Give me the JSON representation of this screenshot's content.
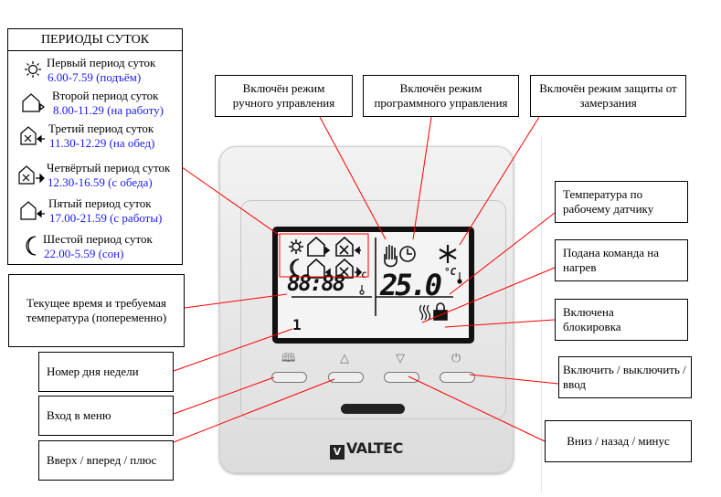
{
  "periods": {
    "title": "ПЕРИОДЫ СУТОК",
    "items": [
      {
        "icon": "sun-icon",
        "name": "Первый период суток",
        "time": "6.00-7.59 (подъём)"
      },
      {
        "icon": "house-leave-icon",
        "name": "Второй период суток",
        "time": "8.00-11.29 (на работу)"
      },
      {
        "icon": "lunch-arrive-icon",
        "name": "Третий период суток",
        "time": "11.30-12.29 (на обед)"
      },
      {
        "icon": "lunch-leave-icon",
        "name": "Четвёртый период суток",
        "time": "12.30-16.59 (с обеда)"
      },
      {
        "icon": "house-arrive-icon",
        "name": "Пятый период суток",
        "time": "17.00-21.59 (с работы)"
      },
      {
        "icon": "moon-icon",
        "name": "Шестой период суток",
        "time": "22.00-5.59 (сон)"
      }
    ]
  },
  "labels": {
    "time_temp": "Текущее время и требуемая температура (попеременно)",
    "day": "Номер дня недели",
    "menu": "Вход в меню",
    "up": "Вверх / вперед / плюс",
    "manual": "Включён режим ручного управления",
    "program": "Включён режим программного управления",
    "freeze": "Включён режим защиты от замерзания",
    "sensor_temp": "Температура по рабочему датчику",
    "heating": "Подана команда на нагрев",
    "lock": "Включена блокировка",
    "power": "Включить / выключить /ввод",
    "down": "Вниз / назад / минус"
  },
  "lcd": {
    "clock": "88:88",
    "temperature": "25.0",
    "unit": "°C",
    "day_number": "1"
  },
  "device": {
    "brand": "VALTEC",
    "brand_mark": "V",
    "buttons": [
      "menu-book-icon",
      "up-triangle-icon",
      "down-triangle-icon",
      "power-icon"
    ],
    "button_glyphs": [
      "🕮",
      "△",
      "▽",
      "⏻"
    ]
  },
  "colors": {
    "pointer": "#ff0000",
    "time_text": "#1a1aff"
  }
}
